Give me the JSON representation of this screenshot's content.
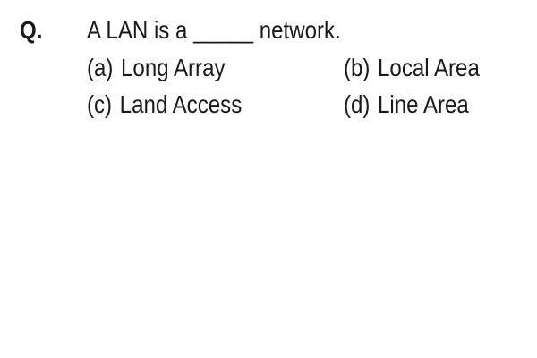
{
  "question": {
    "label": "Q.",
    "text": "A LAN is a _____ network."
  },
  "options": [
    {
      "letter": "(a)",
      "text": "Long Array"
    },
    {
      "letter": "(b)",
      "text": "Local Area"
    },
    {
      "letter": "(c)",
      "text": "Land Access"
    },
    {
      "letter": "(d)",
      "text": "Line Area"
    }
  ]
}
